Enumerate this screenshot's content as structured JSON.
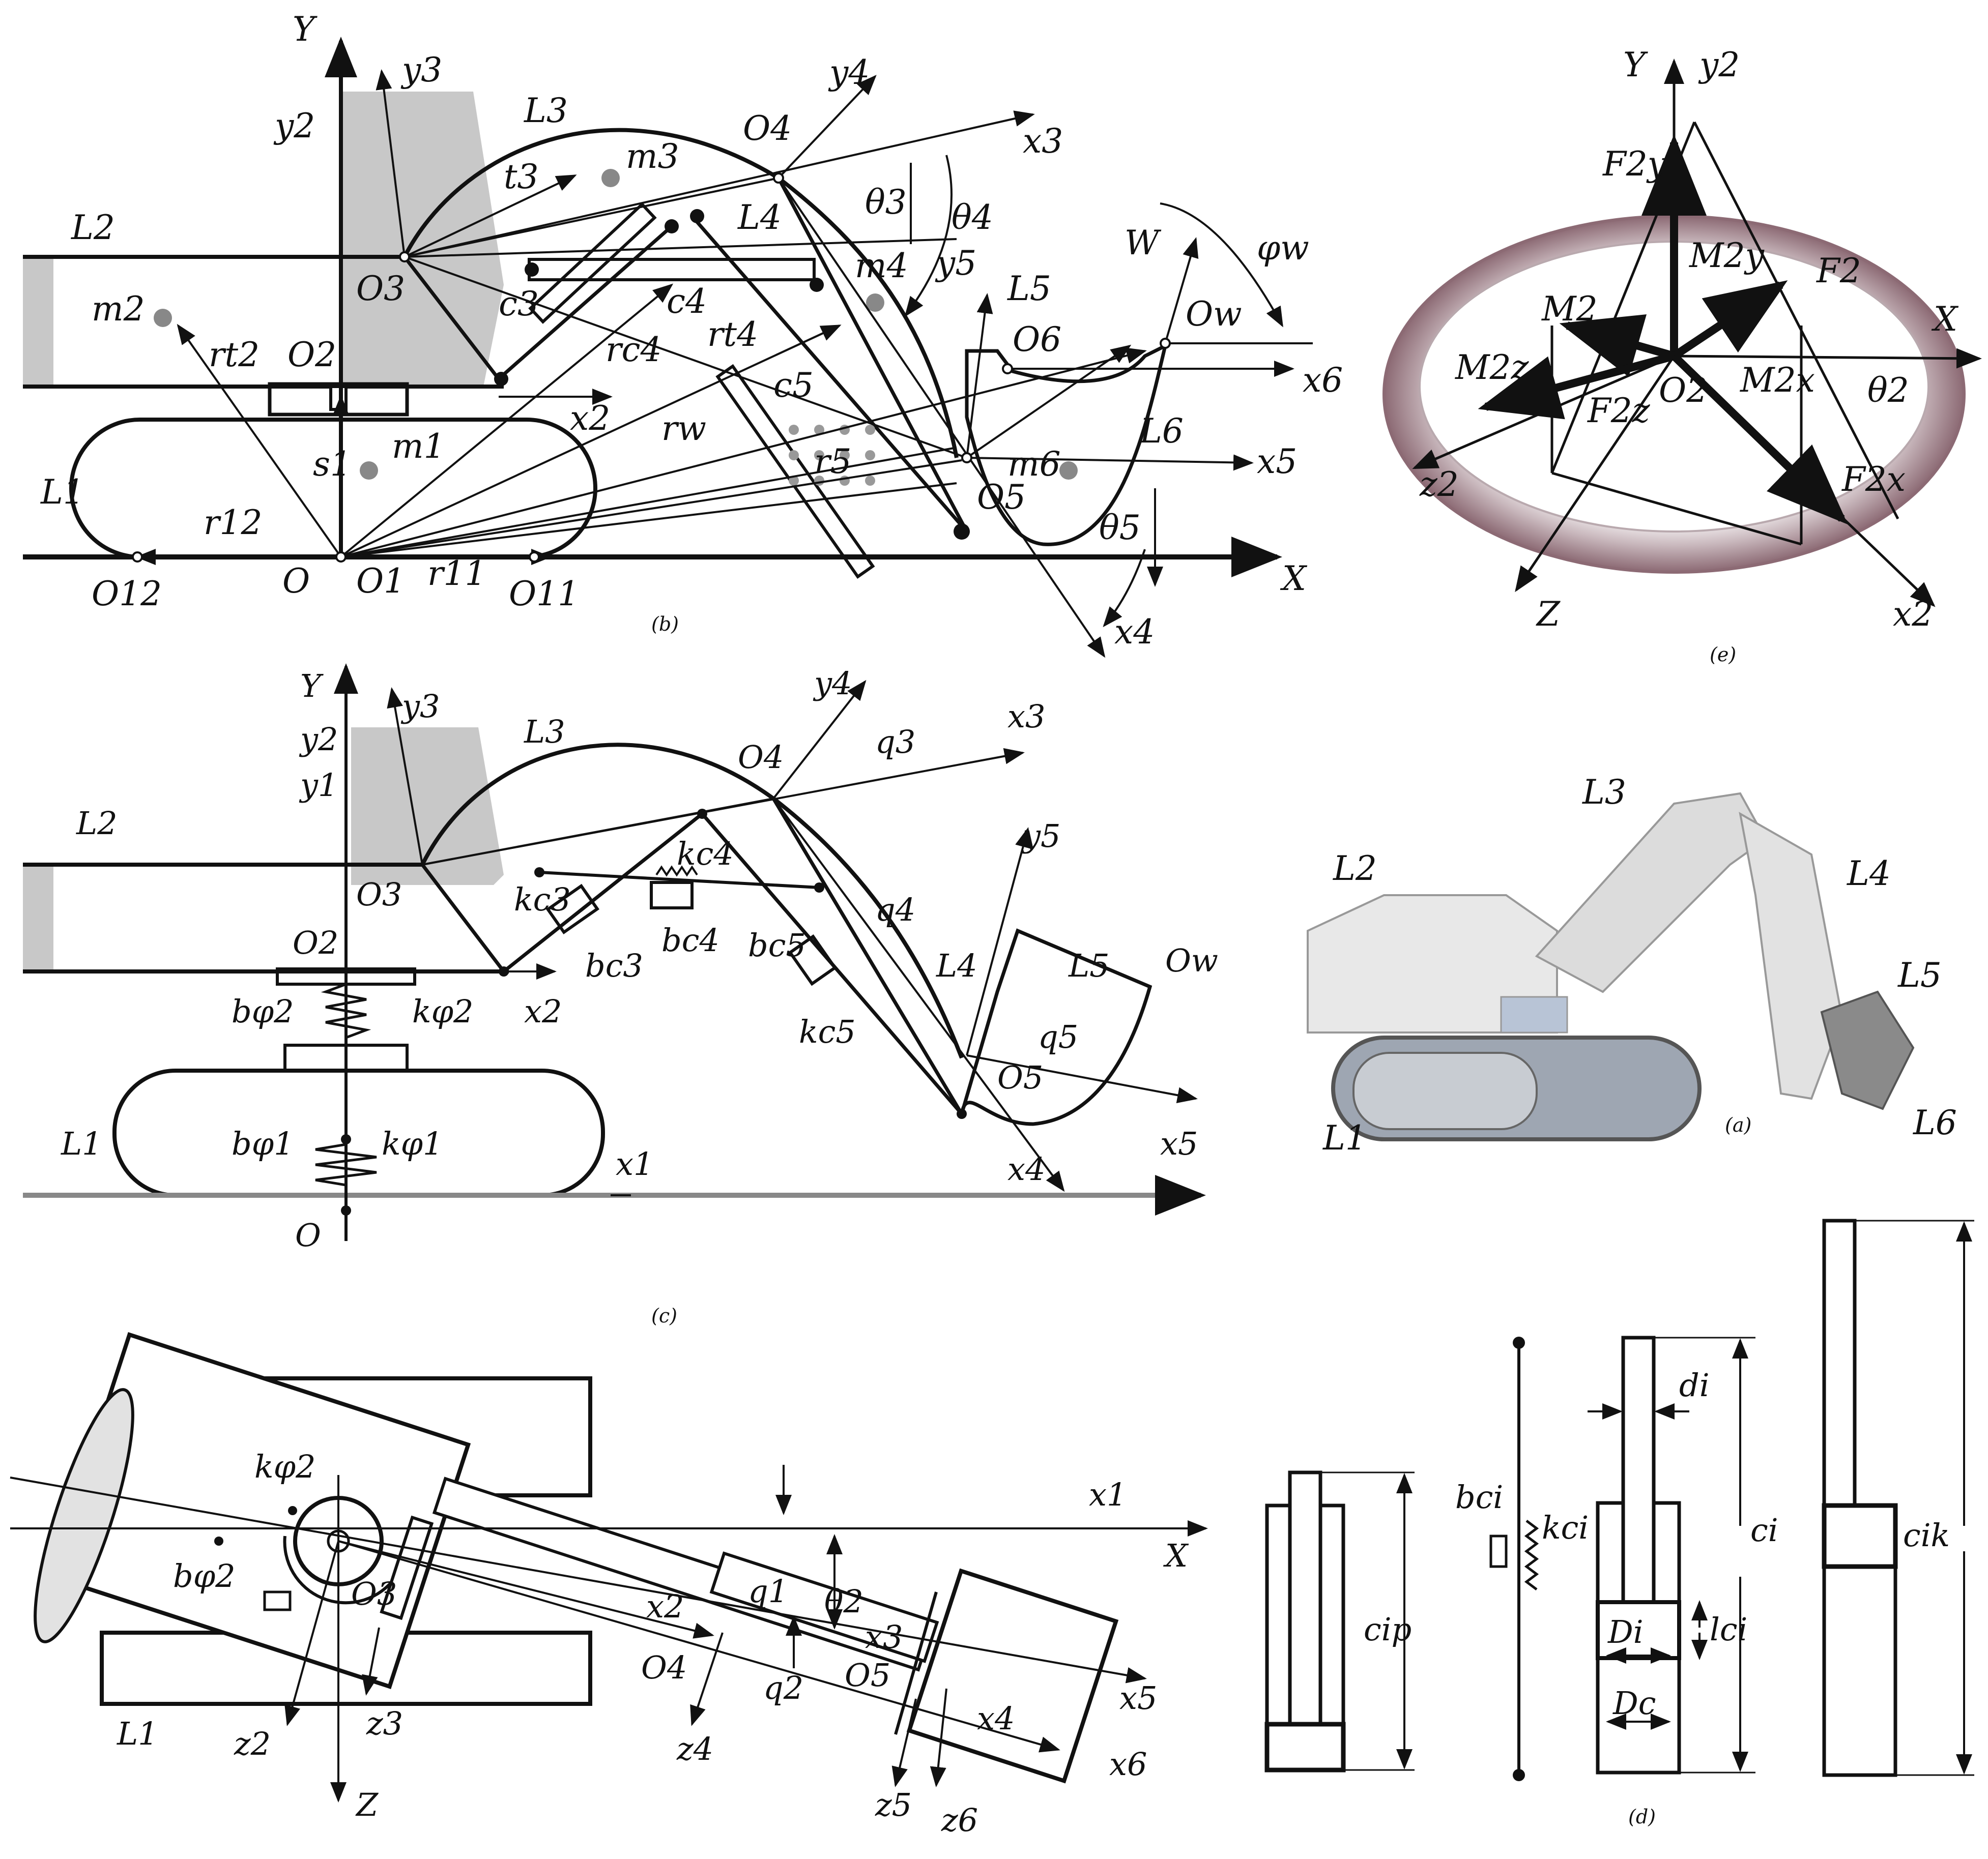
{
  "captions": {
    "a": "(a)",
    "b": "(b)",
    "c": "(c)",
    "d": "(d)",
    "e": "(e)"
  },
  "b": {
    "Y": "Y",
    "X": "X",
    "y2": "y2",
    "y3": "y3",
    "y4": "y4",
    "y5": "y5",
    "x2": "x2",
    "x3": "x3",
    "x4": "x4",
    "x5": "x5",
    "x6": "x6",
    "L1": "L1",
    "L2": "L2",
    "L3": "L3",
    "L4": "L4",
    "L5": "L5",
    "L6": "L6",
    "O": "O",
    "O1": "O1",
    "O2": "O2",
    "O3": "O3",
    "O4": "O4",
    "O5": "O5",
    "O6": "O6",
    "Ow": "Ow",
    "O11": "O11",
    "O12": "O12",
    "m1": "m1",
    "m2": "m2",
    "m3": "m3",
    "m4": "m4",
    "m6": "m6",
    "c3": "c3",
    "c4": "c4",
    "c5": "c5",
    "r11": "r11",
    "r12": "r12",
    "rt2": "rt2",
    "rc4": "rc4",
    "rt4": "rt4",
    "rw": "rw",
    "r5": "r5",
    "t3": "t3",
    "s1": "s1",
    "th3": "θ3",
    "th4": "θ4",
    "th5": "θ5",
    "W": "W",
    "phiw": "φw"
  },
  "c": {
    "Y": "Y",
    "y1": "y1",
    "y2": "y2",
    "y3": "y3",
    "y4": "y4",
    "y5": "y5",
    "x1": "x1",
    "x2": "x2",
    "x3": "x3",
    "x4": "x4",
    "x5": "x5",
    "L1": "L1",
    "L2": "L2",
    "L3": "L3",
    "L4": "L4",
    "L5": "L5",
    "O": "O",
    "O2": "O2",
    "O3": "O3",
    "O4": "O4",
    "O5": "O5",
    "Ow": "Ow",
    "kc3": "kc3",
    "kc4": "kc4",
    "bc3": "bc3",
    "bc4": "bc4",
    "bc5": "bc5",
    "kc5": "kc5",
    "bphi1": "bφ1",
    "kphi1": "kφ1",
    "bphi2": "bφ2",
    "kphi2": "kφ2",
    "q3": "q3",
    "q4": "q4",
    "q5": "q5"
  },
  "top": {
    "kphi2": "kφ2",
    "bphi2": "bφ2",
    "O3": "O3",
    "O4": "O4",
    "O5": "O5",
    "L1": "L1",
    "x1": "x1",
    "x2": "x2",
    "x3": "x3",
    "x4": "x4",
    "x5": "x5",
    "x6": "x6",
    "X": "X",
    "Z": "Z",
    "z2": "z2",
    "z3": "z3",
    "z4": "z4",
    "z5": "z5",
    "z6": "z6",
    "q1": "q1",
    "q2": "q2",
    "th2": "θ2"
  },
  "e": {
    "Y": "Y",
    "y2": "y2",
    "X": "X",
    "Z": "Z",
    "z2": "z2",
    "x2": "x2",
    "F2y": "F2y",
    "F2": "F2",
    "F2x": "F2x",
    "F2z": "F2z",
    "M2y": "M2y",
    "M2": "M2",
    "M2z": "M2z",
    "M2x": "M2x",
    "O2": "O2",
    "th2": "θ2"
  },
  "a": {
    "L1": "L1",
    "L2": "L2",
    "L3": "L3",
    "L4": "L4",
    "L5": "L5",
    "L6": "L6"
  },
  "d": {
    "cip": "cip",
    "bci": "bci",
    "kci": "kci",
    "di": "di",
    "ci": "ci",
    "Di": "Di",
    "Dc": "Dc",
    "lci": "lci",
    "cik": "cik"
  }
}
